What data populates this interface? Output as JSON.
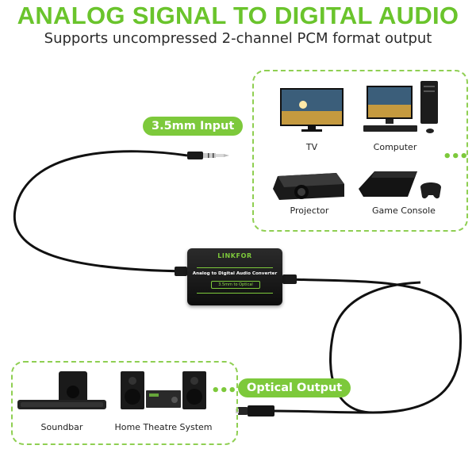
{
  "title": "ANALOG SIGNAL TO DIGITAL AUDIO",
  "subtitle": "Supports uncompressed 2-channel PCM format output",
  "input_label": "3.5mm Input",
  "output_label": "Optical Output",
  "converter": {
    "brand": "LINKFOR",
    "title": "Analog to Digital Audio Converter",
    "tag": "3.5mm to Optical"
  },
  "sources": [
    "TV",
    "Computer",
    "Projector",
    "Game Console"
  ],
  "outputs": [
    "Soundbar",
    "Home Theatre System"
  ],
  "more_indicator": "•••",
  "colors": {
    "accent_green": "#6ac42c",
    "pill_green": "#7dc93b",
    "cable_black": "#111111"
  }
}
